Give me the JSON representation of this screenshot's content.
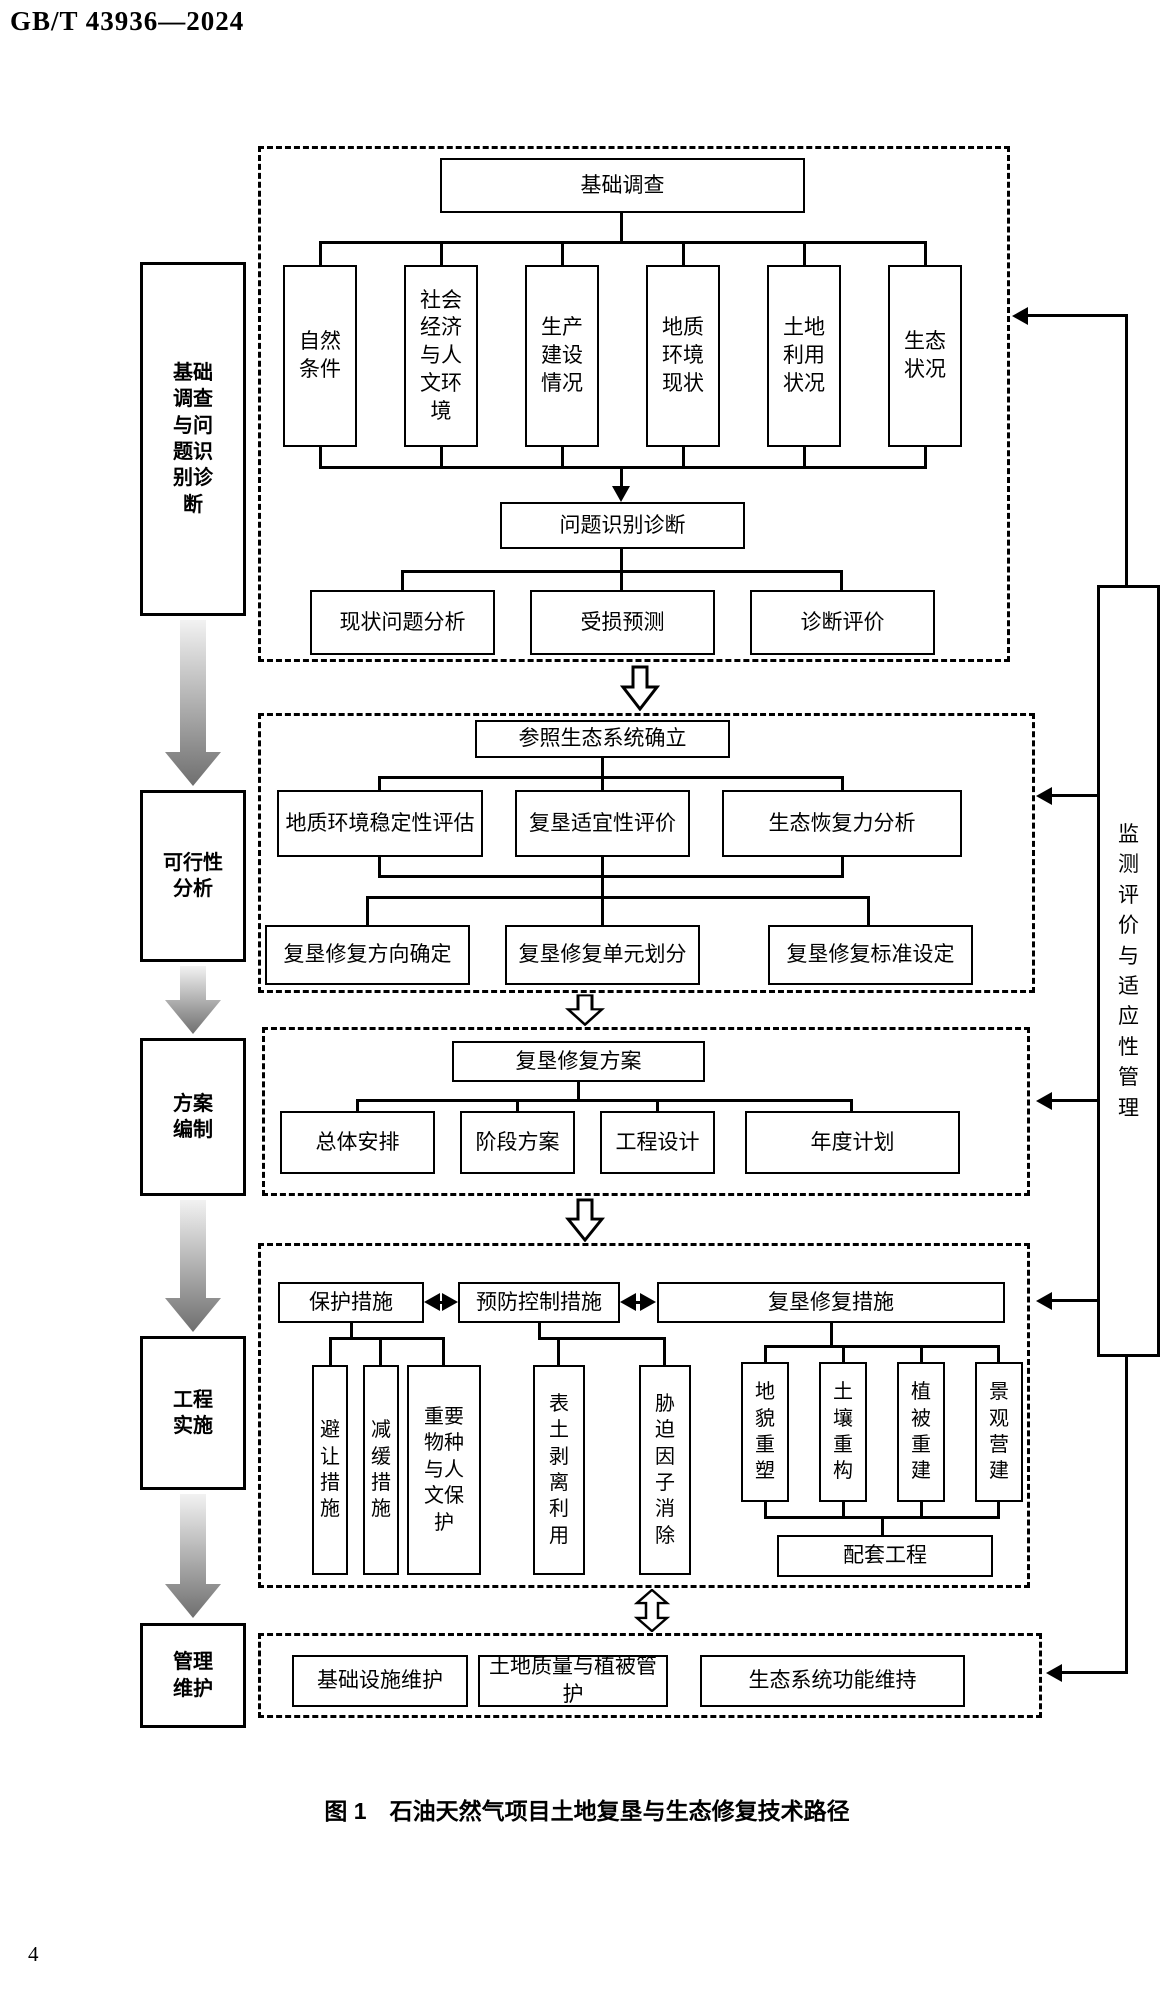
{
  "header": {
    "standard_code": "GB/T 43936—2024"
  },
  "page": {
    "number": "4"
  },
  "caption": "图 1　石油天然气项目土地复垦与生态修复技术路径",
  "phases": {
    "p1": "基础调查与问题识别诊断",
    "p2": "可行性分析",
    "p3": "方案编制",
    "p4": "工程实施",
    "p5": "管理维护"
  },
  "monitor": {
    "label": "监测评价与适应性管理"
  },
  "s1": {
    "title": "基础调查",
    "surveys": [
      "自然条件",
      "社会经济与人文环境",
      "生产建设情况",
      "地质环境现状",
      "土地利用状况",
      "生态状况"
    ],
    "diagnosis": "问题识别诊断",
    "diagnosis_items": [
      "现状问题分析",
      "受损预测",
      "诊断评价"
    ]
  },
  "s2": {
    "title": "参照生态系统确立",
    "assessments": [
      "地质环境稳定性评估",
      "复垦适宜性评价",
      "生态恢复力分析"
    ],
    "outputs": [
      "复垦修复方向确定",
      "复垦修复单元划分",
      "复垦修复标准设定"
    ]
  },
  "s3": {
    "title": "复垦修复方案",
    "items": [
      "总体安排",
      "阶段方案",
      "工程设计",
      "年度计划"
    ]
  },
  "s4": {
    "groups": [
      {
        "title": "保护措施",
        "items": [
          "避让措施",
          "减缓措施",
          "重要物种与人文保护"
        ]
      },
      {
        "title": "预防控制措施",
        "items": [
          "表土剥离利用",
          "胁迫因子消除"
        ]
      },
      {
        "title": "复垦修复措施",
        "items": [
          "地貌重塑",
          "土壤重构",
          "植被重建",
          "景观营建"
        ],
        "support": "配套工程"
      }
    ]
  },
  "s5": {
    "items": [
      "基础设施维护",
      "土地质量与植被管护",
      "生态系统功能维持"
    ]
  }
}
